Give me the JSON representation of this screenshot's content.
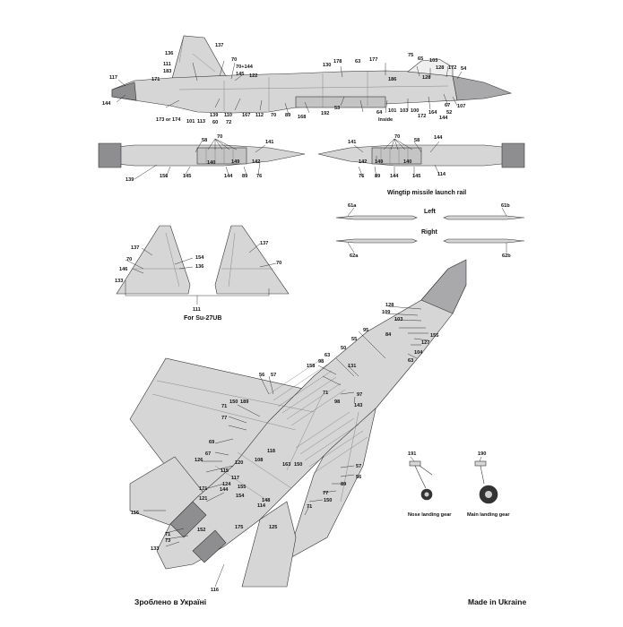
{
  "colors": {
    "airframe": "#d6d6d6",
    "radome": "#a9a9ab",
    "nozzle": "#8e8e90",
    "outline": "#333333"
  },
  "captions": {
    "inside": "Inside",
    "wingtip_rail": "Wingtip missile launch rail",
    "left": "Left",
    "right": "Right",
    "su27ub": "For Su-27UB",
    "nose_gear": "Nose landing gear",
    "main_gear": "Main landing gear"
  },
  "footer": {
    "left": "Зроблено в Україні",
    "right": "Made in Ukraine"
  },
  "callouts": {
    "side": [
      "117",
      "144",
      "171",
      "183",
      "111",
      "136",
      "137",
      "173 or 174",
      "101",
      "113",
      "139",
      "60",
      "72",
      "110",
      "122",
      "145",
      "70",
      "70+144",
      "112",
      "167",
      "70",
      "89",
      "168",
      "192",
      "53",
      "130",
      "178",
      "63",
      "177",
      "75",
      "65",
      "103",
      "128",
      "172",
      "54",
      "186",
      "128",
      "64",
      "101",
      "103",
      "100",
      "172",
      "164",
      "144",
      "67",
      "107",
      "52",
      "Inside"
    ],
    "lower_left": [
      "58",
      "70",
      "141",
      "140",
      "149",
      "142",
      "139",
      "156",
      "145",
      "144",
      "89",
      "76"
    ],
    "lower_right": [
      "141",
      "70",
      "58",
      "144",
      "142",
      "149",
      "140",
      "145",
      "89",
      "76",
      "144",
      "114"
    ],
    "rails": [
      "61a",
      "61b",
      "62a",
      "62b"
    ],
    "fins": [
      "137",
      "70",
      "146",
      "133",
      "154",
      "136",
      "137",
      "70",
      "111"
    ],
    "plan": [
      "128",
      "109",
      "103",
      "84",
      "155",
      "127",
      "104",
      "63",
      "95",
      "55",
      "50",
      "63",
      "98",
      "158",
      "131",
      "71",
      "98",
      "97",
      "143",
      "56",
      "57",
      "150",
      "189",
      "71",
      "77",
      "69",
      "67",
      "126",
      "115",
      "120",
      "118",
      "108",
      "155",
      "117",
      "124",
      "171",
      "121",
      "152",
      "71",
      "73",
      "133",
      "116",
      "144",
      "154",
      "163",
      "150",
      "148",
      "114",
      "175",
      "125",
      "116",
      "57",
      "56",
      "89",
      "77",
      "71",
      "150"
    ],
    "gear": [
      "191",
      "190"
    ]
  }
}
